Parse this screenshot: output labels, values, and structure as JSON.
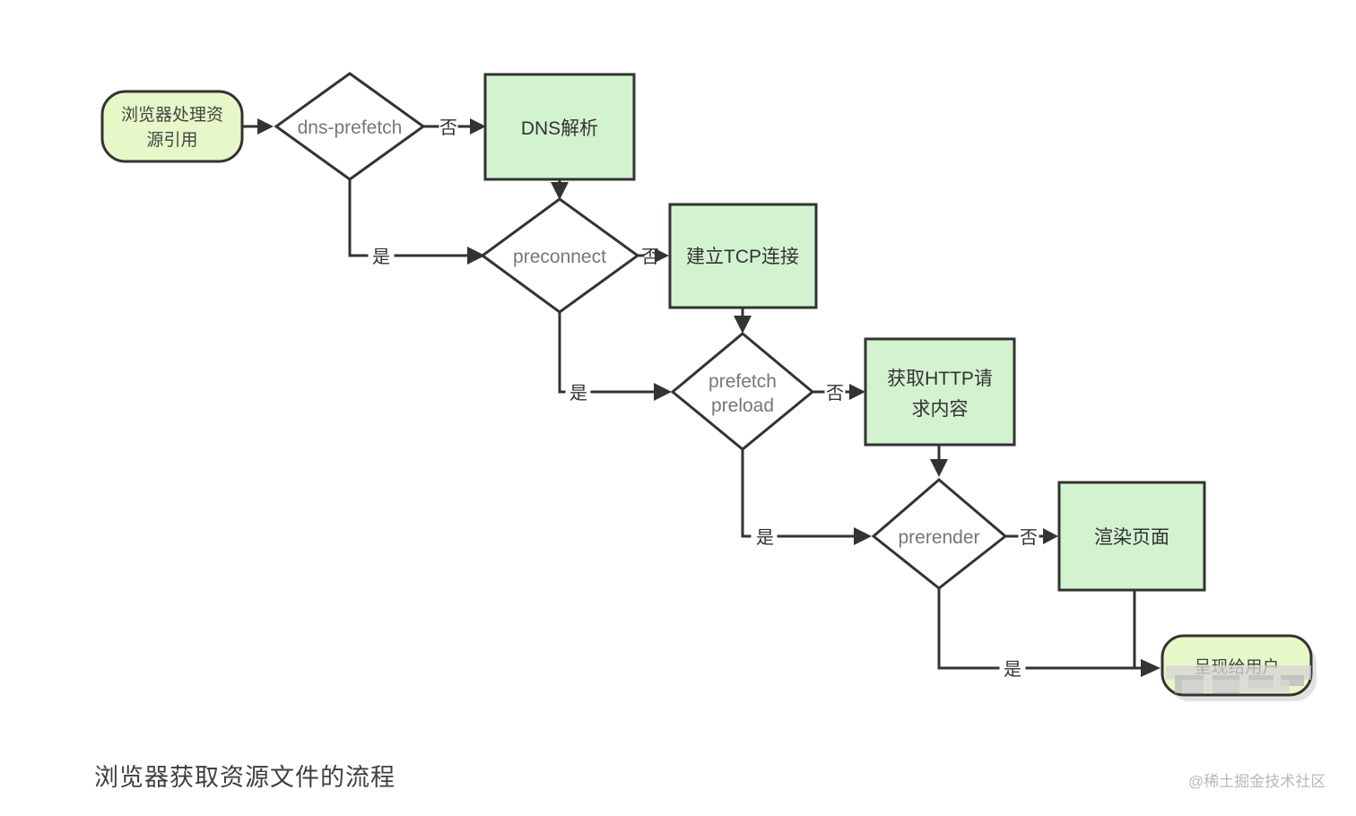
{
  "caption": "浏览器获取资源文件的流程",
  "watermark": "@稀土掘金技术社区",
  "colors": {
    "start_fill": "#e6f7c8",
    "process_fill": "#d3f3d0",
    "decision_fill": "#ffffff",
    "stroke": "#333333",
    "decision_text": "#777777",
    "process_text": "#333333",
    "caption_text": "#3f3f3f",
    "watermark_text": "#b8b8b8",
    "background": "#ffffff"
  },
  "chart_data": {
    "type": "flowchart",
    "title": "浏览器获取资源文件的流程",
    "nodes": [
      {
        "id": "start",
        "shape": "rounded",
        "label": "浏览器处理资源引用",
        "lines": [
          "浏览器处理资",
          "源引用"
        ]
      },
      {
        "id": "dns-prefetch",
        "shape": "decision",
        "label": "dns-prefetch",
        "lines": [
          "dns-prefetch"
        ]
      },
      {
        "id": "dns-resolve",
        "shape": "process",
        "label": "DNS解析",
        "lines": [
          "DNS解析"
        ]
      },
      {
        "id": "preconnect",
        "shape": "decision",
        "label": "preconnect",
        "lines": [
          "preconnect"
        ]
      },
      {
        "id": "tcp",
        "shape": "process",
        "label": "建立TCP连接",
        "lines": [
          "建立TCP连接"
        ]
      },
      {
        "id": "prefetch",
        "shape": "decision",
        "label": "prefetch preload",
        "lines": [
          "prefetch",
          "preload"
        ]
      },
      {
        "id": "http",
        "shape": "process",
        "label": "获取HTTP请求内容",
        "lines": [
          "获取HTTP请",
          "求内容"
        ]
      },
      {
        "id": "prerender",
        "shape": "decision",
        "label": "prerender",
        "lines": [
          "prerender"
        ]
      },
      {
        "id": "render",
        "shape": "process",
        "label": "渲染页面",
        "lines": [
          "渲染页面"
        ]
      },
      {
        "id": "end",
        "shape": "rounded",
        "label": "呈现给用户",
        "lines": [
          "呈现给用户"
        ]
      }
    ],
    "edges": [
      {
        "from": "start",
        "to": "dns-prefetch",
        "label": ""
      },
      {
        "from": "dns-prefetch",
        "to": "dns-resolve",
        "label": "否"
      },
      {
        "from": "dns-prefetch",
        "to": "preconnect",
        "label": "是"
      },
      {
        "from": "dns-resolve",
        "to": "preconnect",
        "label": ""
      },
      {
        "from": "preconnect",
        "to": "tcp",
        "label": "否"
      },
      {
        "from": "preconnect",
        "to": "prefetch",
        "label": "是"
      },
      {
        "from": "tcp",
        "to": "prefetch",
        "label": ""
      },
      {
        "from": "prefetch",
        "to": "http",
        "label": "否"
      },
      {
        "from": "prefetch",
        "to": "prerender",
        "label": "是"
      },
      {
        "from": "http",
        "to": "prerender",
        "label": ""
      },
      {
        "from": "prerender",
        "to": "render",
        "label": "否"
      },
      {
        "from": "prerender",
        "to": "end",
        "label": "是"
      },
      {
        "from": "render",
        "to": "end",
        "label": ""
      }
    ],
    "edge_labels": {
      "dns_no": "否",
      "dns_yes": "是",
      "preconnect_no": "否",
      "preconnect_yes": "是",
      "prefetch_no": "否",
      "prefetch_yes": "是",
      "prerender_no": "否",
      "prerender_yes": "是"
    }
  }
}
